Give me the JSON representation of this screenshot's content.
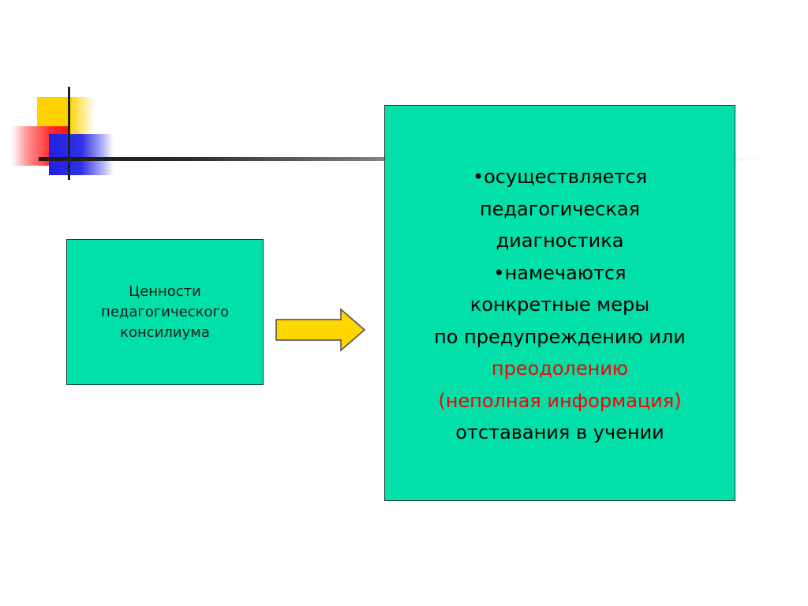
{
  "slide": {
    "left_box": {
      "text": "Ценности\nпедагогического\nконсилиума"
    },
    "right_box": {
      "lines": [
        {
          "text": "•осуществляется",
          "color": "#000000"
        },
        {
          "text": "педагогическая",
          "color": "#000000"
        },
        {
          "text": "диагностика",
          "color": "#000000"
        },
        {
          "text": "•намечаются",
          "color": "#000000"
        },
        {
          "text": "конкретные меры",
          "color": "#000000"
        },
        {
          "text": "по предупреждению или",
          "color": "#000000"
        },
        {
          "text": "преодолению",
          "color": "#ff0000"
        },
        {
          "text": "(неполная информация)",
          "color": "#ff0000"
        },
        {
          "text": "отставания в учении",
          "color": "#000000"
        }
      ]
    },
    "colors": {
      "box_fill": "#00e0a8",
      "arrow_fill": "#ffd700",
      "accent_red": "#ff0000"
    },
    "icons": {
      "arrow": "right-arrow-icon",
      "ornament": "corner-squares-ornament"
    }
  }
}
